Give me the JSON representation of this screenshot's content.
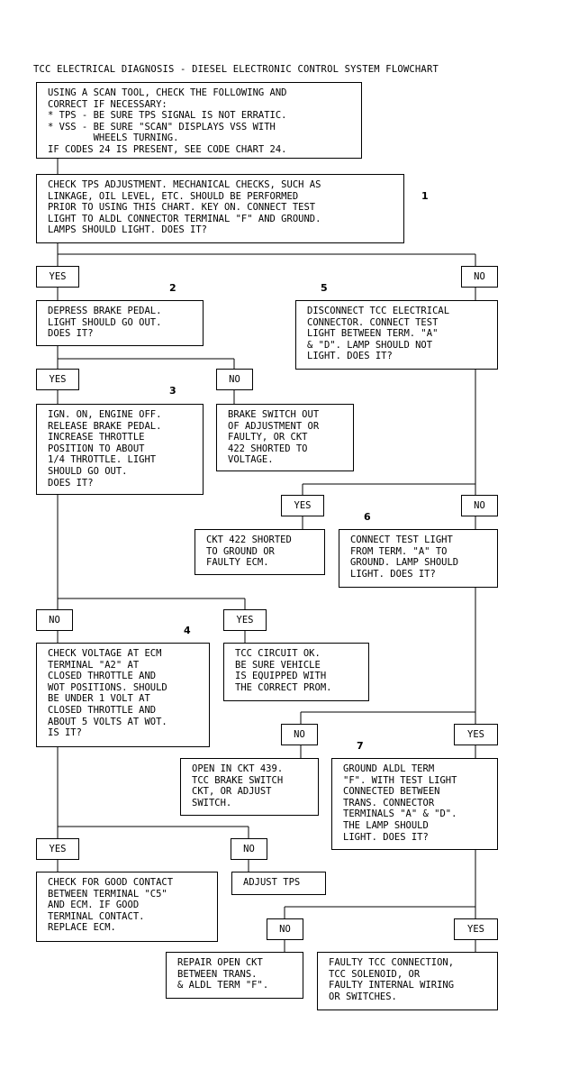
{
  "title": "TCC ELECTRICAL DIAGNOSIS - DIESEL ELECTRONIC CONTROL SYSTEM FLOWCHART",
  "boxes": {
    "scan": "USING A SCAN TOOL, CHECK THE FOLLOWING AND\nCORRECT IF NECESSARY:\n* TPS - BE SURE TPS SIGNAL IS NOT ERRATIC.\n* VSS - BE SURE \"SCAN\" DISPLAYS VSS WITH\n        WHEELS TURNING.\nIF CODES 24 IS PRESENT, SEE CODE CHART 24.",
    "s1": "CHECK TPS ADJUSTMENT. MECHANICAL CHECKS, SUCH AS\nLINKAGE, OIL LEVEL, ETC. SHOULD BE PERFORMED\nPRIOR TO USING THIS CHART. KEY ON. CONNECT TEST\nLIGHT TO ALDL CONNECTOR TERMINAL \"F\" AND GROUND.\nLAMPS SHOULD LIGHT. DOES IT?",
    "s2": "DEPRESS BRAKE PEDAL.\nLIGHT SHOULD GO OUT.\nDOES IT?",
    "s5": "DISCONNECT TCC ELECTRICAL\nCONNECTOR. CONNECT TEST\nLIGHT BETWEEN TERM. \"A\"\n& \"D\". LAMP SHOULD NOT\nLIGHT. DOES IT?",
    "s3": "IGN. ON, ENGINE OFF.\nRELEASE BRAKE PEDAL.\nINCREASE THROTTLE\nPOSITION TO ABOUT\n1/4 THROTTLE. LIGHT\nSHOULD GO OUT.\nDOES IT?",
    "brake": "BRAKE SWITCH OUT\nOF ADJUSTMENT OR\nFAULTY, OR CKT\n422 SHORTED TO\nVOLTAGE.",
    "ckt422": "CKT 422 SHORTED\nTO GROUND OR\nFAULTY ECM.",
    "s6": "CONNECT TEST LIGHT\nFROM TERM. \"A\" TO\nGROUND. LAMP SHOULD\nLIGHT. DOES IT?",
    "s4": "CHECK VOLTAGE AT ECM\nTERMINAL \"A2\" AT\nCLOSED THROTTLE AND\nWOT POSITIONS. SHOULD\nBE UNDER 1 VOLT AT\nCLOSED THROTTLE AND\nABOUT 5 VOLTS AT WOT.\nIS IT?",
    "tccok": "TCC CIRCUIT OK.\nBE SURE VEHICLE\nIS EQUIPPED WITH\nTHE CORRECT PROM.",
    "open439": "OPEN IN CKT 439.\nTCC BRAKE SWITCH\nCKT, OR ADJUST\nSWITCH.",
    "s7": "GROUND ALDL TERM\n\"F\". WITH TEST LIGHT\nCONNECTED BETWEEN\nTRANS. CONNECTOR\nTERMINALS \"A\" & \"D\".\nTHE LAMP SHOULD\nLIGHT. DOES IT?",
    "c5": "CHECK FOR GOOD CONTACT\nBETWEEN TERMINAL \"C5\"\nAND ECM. IF GOOD\nTERMINAL CONTACT.\nREPLACE ECM.",
    "adjtps": "ADJUST TPS",
    "repair": "REPAIR OPEN CKT\nBETWEEN TRANS.\n& ALDL TERM \"F\".",
    "faulty": "FAULTY TCC CONNECTION,\nTCC SOLENOID, OR\nFAULTY INTERNAL WIRING\nOR SWITCHES."
  },
  "labels": {
    "yes": "YES",
    "no": "NO"
  },
  "numbers": {
    "n1": "1",
    "n2": "2",
    "n3": "3",
    "n4": "4",
    "n5": "5",
    "n6": "6",
    "n7": "7"
  }
}
